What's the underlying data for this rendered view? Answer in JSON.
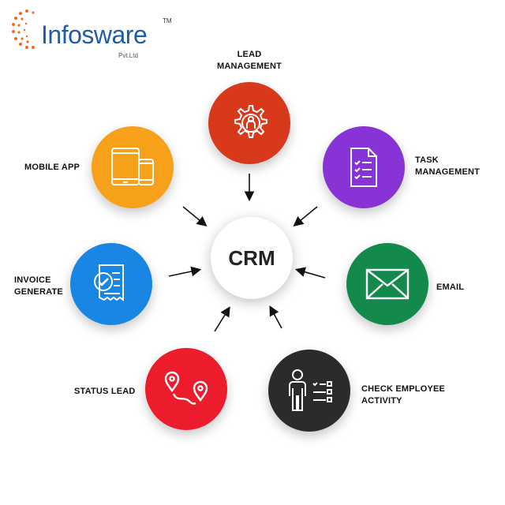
{
  "logo": {
    "name": "Infosware",
    "tm": "TM",
    "sub": "Pvt.Ltd"
  },
  "center": {
    "label": "CRM"
  },
  "nodes": {
    "lead_management": {
      "line1": "LEAD",
      "line2": "MANAGEMENT",
      "color": "#d9391b",
      "icon": "gear-person-icon"
    },
    "task_management": {
      "line1": "TASK",
      "line2": "MANAGEMENT",
      "color": "#8733d6",
      "icon": "checklist-document-icon"
    },
    "email": {
      "line1": "EMAIL",
      "color": "#138a4c",
      "icon": "envelope-icon"
    },
    "check_employee_activity": {
      "line1": "CHECK EMPLOYEE",
      "line2": "ACTIVITY",
      "color": "#2b2b2b",
      "icon": "person-checklist-icon"
    },
    "status_lead": {
      "line1": "STATUS LEAD",
      "color": "#ec1c2d",
      "icon": "route-pins-icon"
    },
    "invoice_generate": {
      "line1": "INVOICE",
      "line2": "GENERATE",
      "color": "#1a86e3",
      "icon": "invoice-check-icon"
    },
    "mobile_app": {
      "line1": "MOBILE APP",
      "color": "#f7a11a",
      "icon": "tablet-phone-icon"
    }
  }
}
